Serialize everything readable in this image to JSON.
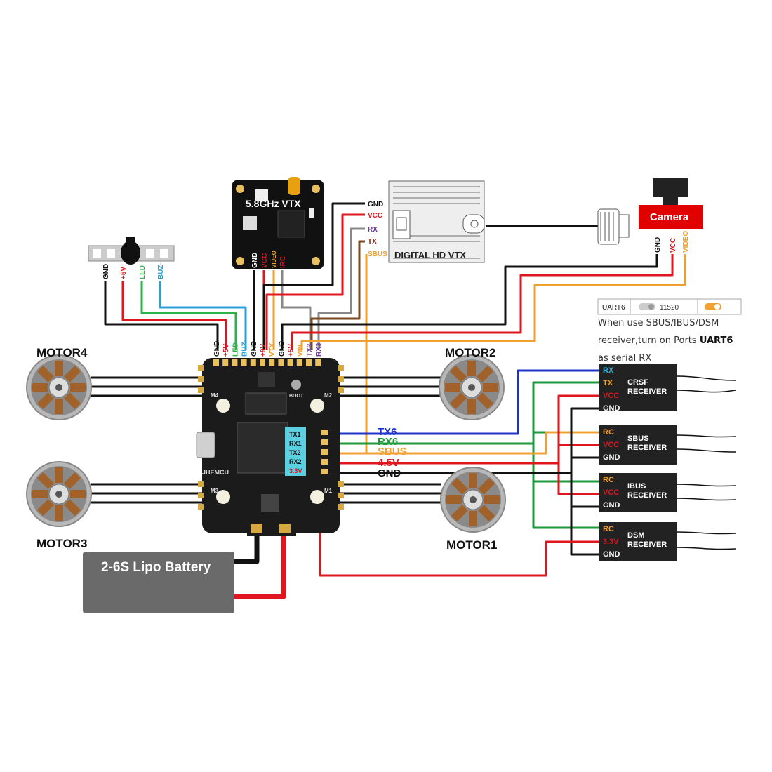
{
  "colors": {
    "gnd": "#111111",
    "vcc": "#e0161e",
    "tx": "#1f33c8",
    "rx": "#1c9a3c",
    "sbus": "#f0a030",
    "buz": "#2aa0d8",
    "led": "#2db24a",
    "gray": "#888888",
    "vtx_tx": "#6a3aa0",
    "board": "#1b1b1b",
    "gold": "#d8a840",
    "camera": "#e00000"
  },
  "motors": {
    "m4": "MOTOR4",
    "m3": "MOTOR3",
    "m2": "MOTOR2",
    "m1": "MOTOR1"
  },
  "board": {
    "brand": "JHEMCU",
    "boot": "BOOT",
    "corners": [
      "M4",
      "M2",
      "M3",
      "M1"
    ],
    "top_pins": [
      "GND",
      "+5V",
      "LED",
      "BUZ-",
      "GND",
      "+9V",
      "VTX",
      "GND",
      "+5V",
      "VIN",
      "TX3",
      "RX3"
    ],
    "top_pin_colors": [
      "#111111",
      "#e0161e",
      "#2db24a",
      "#2aa0d8",
      "#111111",
      "#e0161e",
      "#f0a030",
      "#111111",
      "#e0161e",
      "#f0a030",
      "#6a3aa0",
      "#6a3aa0"
    ],
    "uart_labels": [
      "TX1",
      "RX1",
      "TX2",
      "RX2",
      "3.3V"
    ]
  },
  "buzzer": {
    "pins": [
      "GND",
      "+5V",
      "LED",
      "BUZ-"
    ]
  },
  "analog_vtx": {
    "title": "5.8GHz VTX",
    "pins": [
      "GND",
      "VCC",
      "VIDEO",
      "IRC"
    ]
  },
  "digital_vtx": {
    "title": "DIGITAL HD VTX",
    "pins": [
      "GND",
      "VCC",
      "RX",
      "TX",
      "SBUS"
    ]
  },
  "camera": {
    "title": "Camera",
    "pins": [
      "GND",
      "VCC",
      "VIDEO"
    ]
  },
  "side_pads": [
    "TX6",
    "RX6",
    "SBUS",
    "4.5V",
    "GND"
  ],
  "battery": {
    "label": "2-6S Lipo Battery"
  },
  "uart_switch": {
    "label": "UART6",
    "value": "11520"
  },
  "note": {
    "line1": "When use SBUS/IBUS/DSM",
    "line2_pre": "receiver,turn on Ports",
    "line2_bold": "UART6",
    "line3": "as serial RX"
  },
  "receivers": [
    {
      "name1": "CRSF",
      "name2": "RECEIVER",
      "pins": [
        "RX",
        "TX",
        "VCC",
        "GND"
      ],
      "pin_colors": [
        "#2ab4e0",
        "#f0a030",
        "#e0161e",
        "#ffffff"
      ]
    },
    {
      "name1": "SBUS",
      "name2": "RECEIVER",
      "pins": [
        "RC",
        "VCC",
        "GND"
      ],
      "pin_colors": [
        "#f0a030",
        "#e0161e",
        "#ffffff"
      ]
    },
    {
      "name1": "IBUS",
      "name2": "RECEIVER",
      "pins": [
        "RC",
        "VCC",
        "GND"
      ],
      "pin_colors": [
        "#f0a030",
        "#e0161e",
        "#ffffff"
      ]
    },
    {
      "name1": "DSM",
      "name2": "RECEIVER",
      "pins": [
        "RC",
        "3.3V",
        "GND"
      ],
      "pin_colors": [
        "#f0a030",
        "#e0161e",
        "#ffffff"
      ]
    }
  ]
}
